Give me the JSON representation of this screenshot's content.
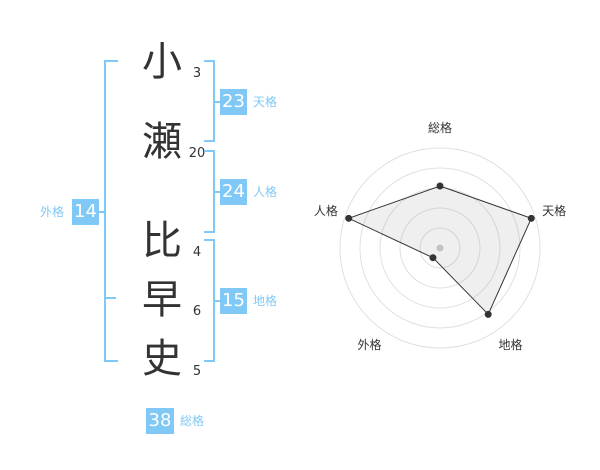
{
  "name": {
    "chars": [
      "小",
      "瀬",
      "比",
      "早",
      "史"
    ],
    "strokes": [
      "3",
      "20",
      "4",
      "6",
      "5"
    ]
  },
  "fortunes": {
    "tenkaku": {
      "label": "天格",
      "value": "23"
    },
    "jinkaku": {
      "label": "人格",
      "value": "24"
    },
    "chikaku": {
      "label": "地格",
      "value": "15"
    },
    "gaikaku": {
      "label": "外格",
      "value": "14"
    },
    "soukaku": {
      "label": "総格",
      "value": "38"
    }
  },
  "colors": {
    "accent": "#80c8f5",
    "text": "#333333"
  },
  "chart_data": {
    "type": "radar",
    "axes": [
      "総格",
      "天格",
      "地格",
      "外格",
      "人格"
    ],
    "values": [
      3.1,
      4.8,
      4.1,
      0.6,
      4.8
    ],
    "range": [
      0,
      5
    ],
    "grid": true
  }
}
